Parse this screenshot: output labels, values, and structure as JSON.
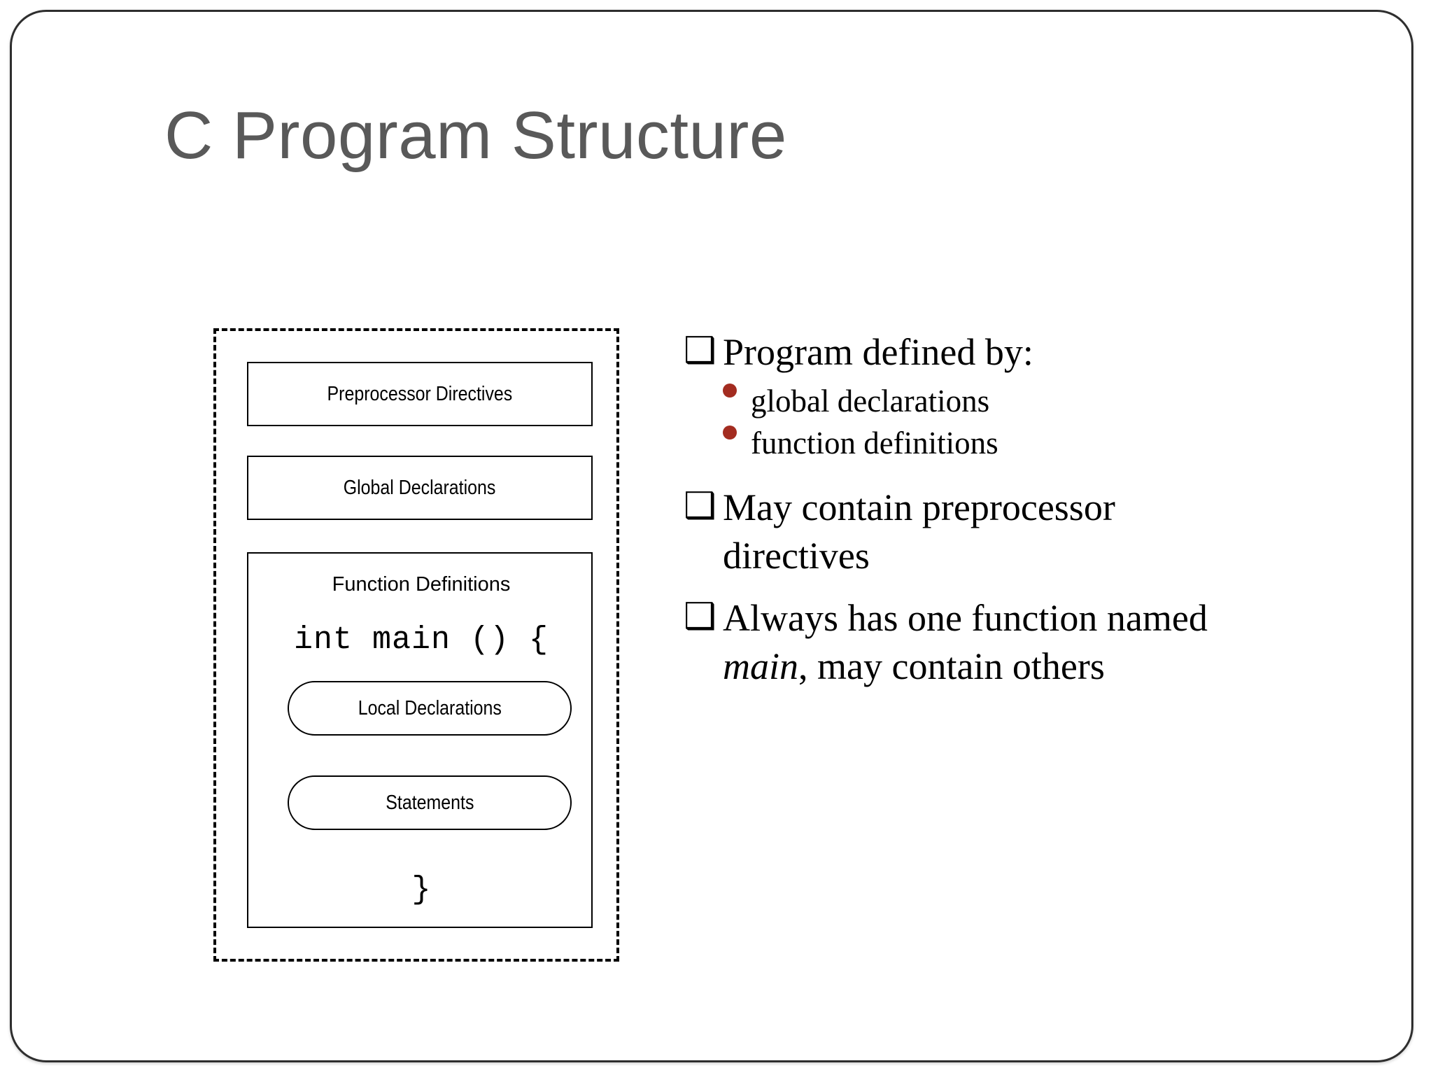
{
  "slide": {
    "title": "C Program Structure",
    "title_color": "#595959",
    "frame_border_color": "#2e2e2e",
    "background": "#ffffff"
  },
  "diagram": {
    "name": "c-program-structure-diagram",
    "outer_frame_style": "dashed",
    "boxes": [
      {
        "id": "preprocessor-directives",
        "label": "Preprocessor Directives",
        "shape": "rectangle"
      },
      {
        "id": "global-declarations",
        "label": "Global Declarations",
        "shape": "rectangle"
      },
      {
        "id": "function-definitions",
        "label": "Function Definitions",
        "shape": "rectangle"
      }
    ],
    "code": {
      "open_line": "int main () {",
      "close_line": "}"
    },
    "pills": [
      {
        "id": "local-declarations",
        "label": "Local Declarations",
        "shape": "rounded"
      },
      {
        "id": "statements",
        "label": "Statements",
        "shape": "rounded"
      }
    ]
  },
  "bullets": {
    "marker_glyph": "❑",
    "sub_dot_color": "#a32c20",
    "items": [
      {
        "id": "program-defined-by",
        "text": "Program defined by:",
        "sub_items": [
          {
            "id": "global-declarations",
            "text": "global declarations"
          },
          {
            "id": "function-definitions",
            "text": "function definitions"
          }
        ]
      },
      {
        "id": "may-contain-preprocessor",
        "text": "May contain preprocessor directives",
        "sub_items": []
      },
      {
        "id": "always-has-main",
        "text_before": "Always has one function named ",
        "text_italic": "main",
        "text_after": ", may contain others",
        "sub_items": []
      }
    ]
  }
}
